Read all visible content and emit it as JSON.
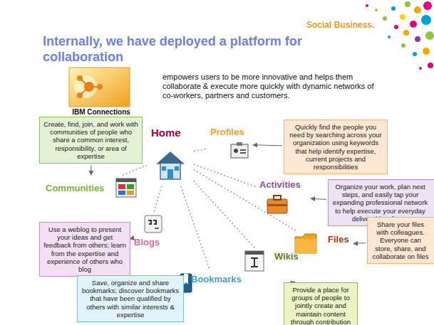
{
  "diagram": {
    "title": "Internally, we have deployed a platform for collaboration",
    "nodes": [
      {
        "text": [
          "Create, find, join, and work with communities of people who share a common interest, responsibility, or area of expertise"
        ]
      },
      {
        "text": [
          "Home"
        ]
      },
      {
        "text": [
          "Profiles"
        ]
      },
      {
        "text": [
          "Quickly find the people you need by searching across your organization using keywords that help identify expertise, current projects and responsibilities"
        ]
      },
      {
        "text": [
          "Communities"
        ]
      },
      {
        "text": [
          "Activities"
        ]
      },
      {
        "text": [
          "Organize your work, plan next steps, and easily tap your expanding professional network to help execute your everyday deliverables, faster"
        ]
      },
      {
        "text": [
          "Use a weblog to present your ideas and get feedback from others; learn from the expertise and experience of others who blog"
        ]
      },
      {
        "text": [
          "Blogs"
        ]
      },
      {
        "text": [
          "Files"
        ]
      },
      {
        "text": [
          "Share your files with colleagues. Everyone can store, share, and collaborate on files"
        ]
      },
      {
        "text": [
          "Wikis"
        ]
      },
      {
        "text": [
          "Bookmarks"
        ]
      },
      {
        "text": [
          "Provide a place for groups of people to jointly create and maintain content through contribution"
        ]
      },
      {
        "text": [
          "Save, organize and share bookmarks; discover bookmarks that have been qualified by others with similar interests & expertise"
        ]
      }
    ],
    "edges": [
      {
        "from": 1,
        "to": 2,
        "arrow": "none"
      },
      {
        "from": 1,
        "to": 4,
        "arrow": "none"
      },
      {
        "from": 1,
        "to": 5,
        "arrow": "none"
      },
      {
        "from": 1,
        "to": 8,
        "arrow": "none"
      },
      {
        "from": 1,
        "to": 9,
        "arrow": "none"
      },
      {
        "from": 1,
        "to": 11,
        "arrow": "none"
      },
      {
        "from": 1,
        "to": 12,
        "arrow": "none"
      },
      {
        "from": 3,
        "to": 2,
        "arrow": "to"
      },
      {
        "from": 0,
        "to": 4,
        "arrow": "to"
      },
      {
        "from": 6,
        "to": 5,
        "arrow": "to"
      },
      {
        "from": 7,
        "to": 8,
        "arrow": "to"
      },
      {
        "from": 10,
        "to": 9,
        "arrow": "to"
      },
      {
        "from": 13,
        "to": 11,
        "arrow": "to"
      },
      {
        "from": 14,
        "to": 12,
        "arrow": "to"
      }
    ],
    "labels": [
      "Social Business.",
      "IBM Connections",
      "empowers users to be more innovative and helps them collaborate & execute more quickly with dynamic networks of co-workers, partners and customers."
    ]
  }
}
